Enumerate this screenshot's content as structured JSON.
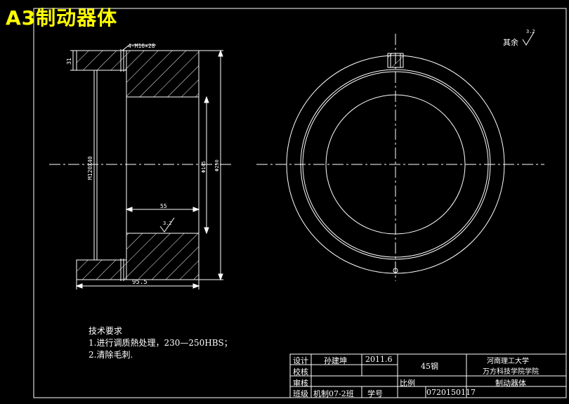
{
  "title": "A3制动器体",
  "dimensions": {
    "bolt_hole": "4-M16×28",
    "groove_depth": "31",
    "inner_thread": "M120X40",
    "inner_dia": "Φ145",
    "outer_dia": "Φ250",
    "bore_depth": "55",
    "total_length": "95.5",
    "roughness_inner": "3.2",
    "roughness_other": "3.2"
  },
  "top_note": "其余",
  "tech_requirements": {
    "heading": "技术要求",
    "items": [
      "1.进行调质熱处理，230—250HBS；",
      "2.清除毛刺."
    ]
  },
  "title_block": {
    "design_label": "设计",
    "designer": "孙建坤",
    "date": "2011.6",
    "check_label": "校核",
    "review_label": "审核",
    "class_label": "班级",
    "class_value": "机制07-2班",
    "student_no_label": "学号",
    "student_no": "0720150117",
    "material": "45钢",
    "scale_label": "比例",
    "school_line1": "河南理工大学",
    "school_line2": "万方科技学院学院",
    "part_name": "制动器体"
  }
}
